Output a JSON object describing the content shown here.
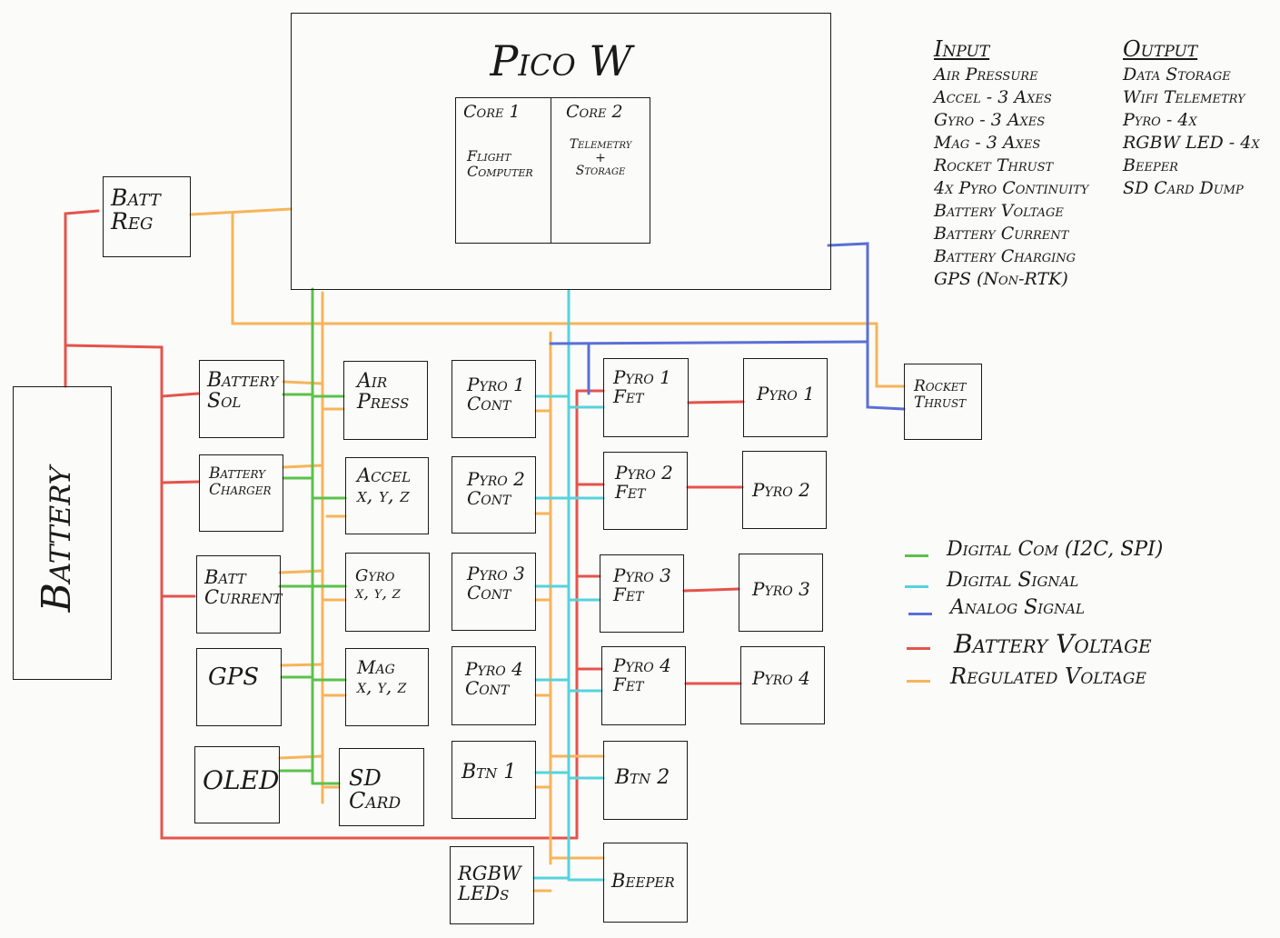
{
  "colors": {
    "digital_com": "#5cc14c",
    "digital_signal": "#56d3dc",
    "analog_signal": "#5a6fd6",
    "battery_voltage": "#e5534b",
    "regulated_voltage": "#f7b45a"
  },
  "pico": {
    "title": "Pico W",
    "core1_title": "Core 1",
    "core1_desc": "Flight\nComputer",
    "core2_title": "Core 2",
    "core2_desc": "Telemetry\n+\nStorage"
  },
  "blocks": {
    "batt_reg": "Batt\nReg",
    "battery": "Battery",
    "battery_sol": "Battery\nSol",
    "battery_charger": "Battery\nCharger",
    "batt_current": "Batt\nCurrent",
    "gps": "GPS",
    "oled": "OLED",
    "air_press": "Air\nPress",
    "accel": "Accel\nx, y, z",
    "gyro": "Gyro\nx, y, z",
    "mag": "Mag\nx, y, z",
    "sd_card": "SD\nCard",
    "pyro1_cont": "Pyro 1\nCont",
    "pyro2_cont": "Pyro 2\nCont",
    "pyro3_cont": "Pyro 3\nCont",
    "pyro4_cont": "Pyro 4\nCont",
    "btn1": "Btn 1",
    "rgbw_leds": "RGBW\nLEDs",
    "pyro1_fet": "Pyro 1\nFet",
    "pyro2_fet": "Pyro 2\nFet",
    "pyro3_fet": "Pyro 3\nFet",
    "pyro4_fet": "Pyro 4\nFet",
    "btn2": "Btn 2",
    "beeper": "Beeper",
    "pyro1": "Pyro 1",
    "pyro2": "Pyro 2",
    "pyro3": "Pyro 3",
    "pyro4": "Pyro 4",
    "rocket_thrust": "Rocket\nThrust"
  },
  "input": {
    "header": "Input",
    "items": [
      "Air Pressure",
      "Accel - 3 Axes",
      "Gyro - 3 Axes",
      "Mag - 3 Axes",
      "Rocket Thrust",
      "4x Pyro Continuity",
      "Battery Voltage",
      "Battery Current",
      "Battery Charging",
      "GPS (Non-RTK)"
    ]
  },
  "output": {
    "header": "Output",
    "items": [
      "Data Storage",
      "Wifi Telemetry",
      "Pyro - 4x",
      "RGBW LED - 4x",
      "Beeper",
      "SD Card Dump"
    ]
  },
  "legend": [
    {
      "label": "Digital Com (I2C, SPI)",
      "color_key": "digital_com"
    },
    {
      "label": "Digital Signal",
      "color_key": "digital_signal"
    },
    {
      "label": "Analog Signal",
      "color_key": "analog_signal"
    },
    {
      "label": "Battery Voltage",
      "color_key": "battery_voltage"
    },
    {
      "label": "Regulated Voltage",
      "color_key": "regulated_voltage"
    }
  ]
}
